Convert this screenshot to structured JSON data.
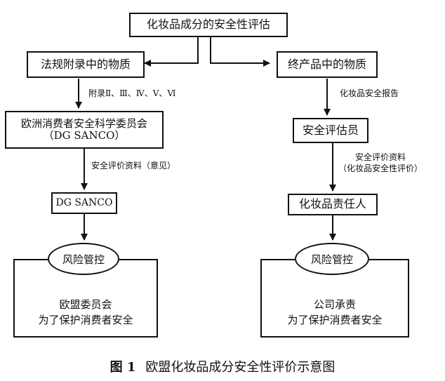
{
  "top_box": {
    "text": "化妆品成分的安全性评估"
  },
  "left_branch": {
    "box1": "法规附录中的物质",
    "label1": "附录Ⅱ、Ⅲ、Ⅳ、Ⅴ、Ⅵ",
    "box2_line1": "欧洲消费者安全科学委员会",
    "box2_line2": "（DG SANCO）",
    "label2": "安全评价资料（意见）",
    "box3": "DG SANCO",
    "ellipse": "风险管控",
    "bracket_line1": "欧盟委员会",
    "bracket_line2": "为了保护消费者安全"
  },
  "right_branch": {
    "box1": "终产品中的物质",
    "label1": "化妆品安全报告",
    "box2": "安全评估员",
    "label2_line1": "安全评价资料",
    "label2_line2": "（化妆品安全性评价）",
    "box3": "化妆品责任人",
    "ellipse": "风险管控",
    "bracket_line1": "公司承责",
    "bracket_line2": "为了保护消费者安全"
  },
  "caption": {
    "figure_number": "图 1",
    "title": "欧盟化妆品成分安全性评价示意图"
  }
}
